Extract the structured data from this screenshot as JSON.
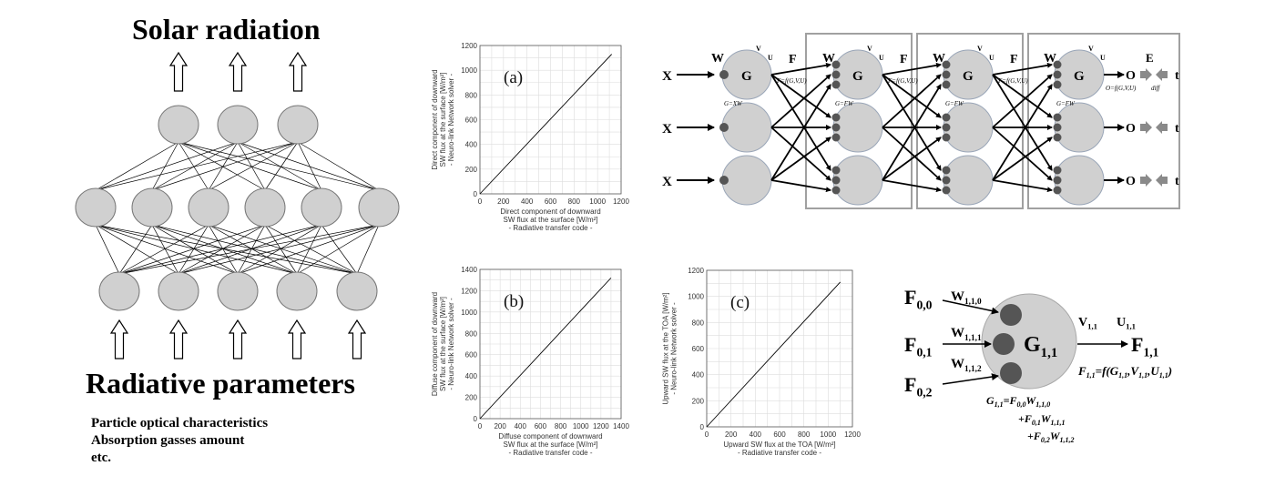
{
  "left_panel": {
    "top_title": "Solar radiation",
    "bottom_title": "Radiative parameters",
    "notes": [
      "Particle optical characteristics",
      "Absorption gasses amount",
      "etc."
    ]
  },
  "plots": [
    {
      "tag": "(a)",
      "ylabel": [
        "Direct component of downward",
        "SW flux at the surface [W/m²]",
        "- Neuro-link Network solver -"
      ],
      "xlabel": [
        "Direct component of downward",
        "SW flux at the surface [W/m²]",
        "- Radiative transfer code -"
      ]
    },
    {
      "tag": "(b)",
      "ylabel": [
        "Diffuse component of downward",
        "SW flux at the surface [W/m²]",
        "- Neuro-link Network solver -"
      ],
      "xlabel": [
        "Diffuse component of downward",
        "SW flux at the surface [W/m²]",
        "- Radiative transfer code -"
      ]
    },
    {
      "tag": "(c)",
      "ylabel": [
        "Upward SW flux at the TOA [W/m²]",
        "- Neuro-link Network solver -"
      ],
      "xlabel": [
        "Upward SW flux at the TOA [W/m²]",
        "- Radiative transfer code -"
      ]
    }
  ],
  "chart_data": [
    {
      "type": "line",
      "title": "(a)",
      "x": [
        0,
        1120
      ],
      "y": [
        0,
        1130
      ],
      "xlim": [
        0,
        1200
      ],
      "ylim": [
        0,
        1200
      ],
      "xticks": [
        0,
        200,
        400,
        600,
        800,
        1000,
        1200
      ],
      "yticks": [
        0,
        200,
        400,
        600,
        800,
        1000,
        1200
      ],
      "grid": true
    },
    {
      "type": "line",
      "title": "(b)",
      "x": [
        0,
        1300
      ],
      "y": [
        0,
        1320
      ],
      "xlim": [
        0,
        1400
      ],
      "ylim": [
        0,
        1400
      ],
      "xticks": [
        0,
        200,
        400,
        600,
        800,
        1000,
        1200,
        1400
      ],
      "yticks": [
        0,
        200,
        400,
        600,
        800,
        1000,
        1200,
        1400
      ],
      "grid": true
    },
    {
      "type": "line",
      "title": "(c)",
      "x": [
        0,
        1100
      ],
      "y": [
        0,
        1110
      ],
      "xlim": [
        0,
        1200
      ],
      "ylim": [
        0,
        1200
      ],
      "xticks": [
        0,
        200,
        400,
        600,
        800,
        1000,
        1200
      ],
      "yticks": [
        0,
        200,
        400,
        600,
        800,
        1000,
        1200
      ],
      "grid": true
    }
  ],
  "network_diagram": {
    "input_label": "X",
    "weight_label": "W",
    "node_label": "G",
    "v_label": "V",
    "u_label": "U",
    "f_label": "F",
    "f_formula": "F=f(G,V,U)",
    "g_first": "G=XW",
    "g_hidden": "G=FW",
    "output_label": "O",
    "output_formula": "O=f(G,V,U)",
    "error_label": "E",
    "diff_label": "diff",
    "target_label": "t"
  },
  "node_detail": {
    "inputs": [
      "F",
      "F",
      "F"
    ],
    "input_subs": [
      "0,0",
      "0,1",
      "0,2"
    ],
    "weights": [
      "W",
      "W",
      "W"
    ],
    "weight_subs": [
      "1,1,0",
      "1,1,1",
      "1,1,2"
    ],
    "node": "G",
    "node_sub": "1,1",
    "v": "V",
    "v_sub": "1,1",
    "u": "U",
    "u_sub": "1,1",
    "output": "F",
    "output_sub": "1,1",
    "output_formula": "F",
    "output_formula_rest": "=f(G",
    "formula_line1": "G",
    "formula_line1_rest": "=F",
    "formula_line2": "+F",
    "formula_line3": "+F"
  },
  "colors": {
    "node_fill": "#d0d0d0",
    "node_stroke": "#a8a8a8",
    "small_node": "#555555",
    "box": "#a0a0a0",
    "arrow_gray": "#8a8a8a",
    "grid": "#dddddd"
  }
}
